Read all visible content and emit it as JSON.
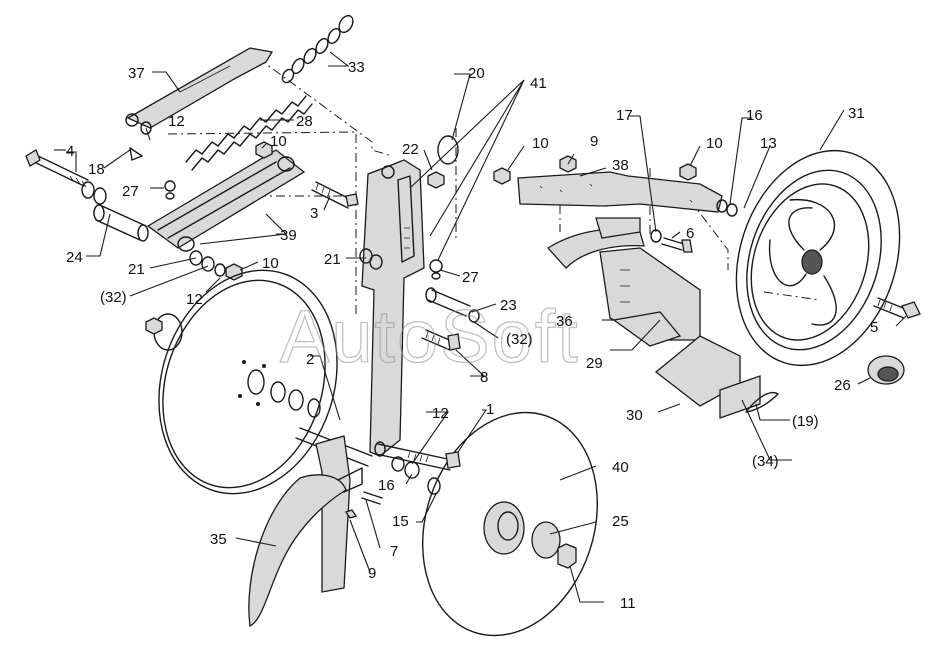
{
  "watermark": "AutoSoft",
  "callouts": [
    {
      "id": "c1",
      "text": "1"
    },
    {
      "id": "c2",
      "text": "2"
    },
    {
      "id": "c3",
      "text": "3"
    },
    {
      "id": "c4",
      "text": "4"
    },
    {
      "id": "c5",
      "text": "5"
    },
    {
      "id": "c6",
      "text": "6"
    },
    {
      "id": "c7",
      "text": "7"
    },
    {
      "id": "c8",
      "text": "8"
    },
    {
      "id": "c9a",
      "text": "9"
    },
    {
      "id": "c9b",
      "text": "9"
    },
    {
      "id": "c10a",
      "text": "10"
    },
    {
      "id": "c10b",
      "text": "10"
    },
    {
      "id": "c10c",
      "text": "10"
    },
    {
      "id": "c10d",
      "text": "10"
    },
    {
      "id": "c11",
      "text": "11"
    },
    {
      "id": "c12a",
      "text": "12"
    },
    {
      "id": "c12b",
      "text": "12"
    },
    {
      "id": "c12c",
      "text": "12"
    },
    {
      "id": "c13",
      "text": "13"
    },
    {
      "id": "c15",
      "text": "15"
    },
    {
      "id": "c16a",
      "text": "16"
    },
    {
      "id": "c16b",
      "text": "16"
    },
    {
      "id": "c17",
      "text": "17"
    },
    {
      "id": "c18",
      "text": "18"
    },
    {
      "id": "c19",
      "text": "(19)"
    },
    {
      "id": "c20",
      "text": "20"
    },
    {
      "id": "c21a",
      "text": "21"
    },
    {
      "id": "c21b",
      "text": "21"
    },
    {
      "id": "c22",
      "text": "22"
    },
    {
      "id": "c23",
      "text": "23"
    },
    {
      "id": "c24",
      "text": "24"
    },
    {
      "id": "c25",
      "text": "25"
    },
    {
      "id": "c26",
      "text": "26"
    },
    {
      "id": "c27a",
      "text": "27"
    },
    {
      "id": "c27b",
      "text": "27"
    },
    {
      "id": "c28",
      "text": "28"
    },
    {
      "id": "c29",
      "text": "29"
    },
    {
      "id": "c30",
      "text": "30"
    },
    {
      "id": "c31",
      "text": "31"
    },
    {
      "id": "c32a",
      "text": "(32)"
    },
    {
      "id": "c32b",
      "text": "(32)"
    },
    {
      "id": "c33",
      "text": "33"
    },
    {
      "id": "c34",
      "text": "(34)"
    },
    {
      "id": "c35",
      "text": "35"
    },
    {
      "id": "c36",
      "text": "36"
    },
    {
      "id": "c37",
      "text": "37"
    },
    {
      "id": "c38",
      "text": "38"
    },
    {
      "id": "c39",
      "text": "39"
    },
    {
      "id": "c40",
      "text": "40"
    },
    {
      "id": "c41",
      "text": "41"
    }
  ]
}
